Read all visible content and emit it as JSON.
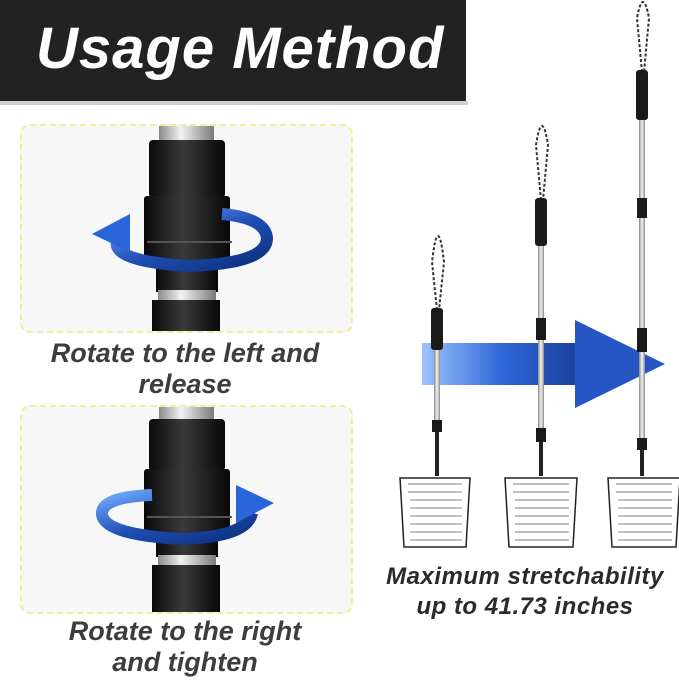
{
  "header": {
    "title": "Usage Method"
  },
  "steps": [
    {
      "line1": "Rotate to the left and",
      "line2": "release",
      "direction": "rotate-left-arrow-icon"
    },
    {
      "line1": "Rotate to the right",
      "line2": "and tighten",
      "direction": "rotate-right-arrow-icon"
    }
  ],
  "stretch": {
    "line1": "Maximum stretchability",
    "line2": "up to 41.73 inches"
  },
  "colors": {
    "header_bg": "#222222",
    "arrow_blue": "#1f4fb5",
    "panel_border": "#f2ee9c",
    "handle_black": "#1a1a1a",
    "pole_silver": "#c8c8c8"
  }
}
